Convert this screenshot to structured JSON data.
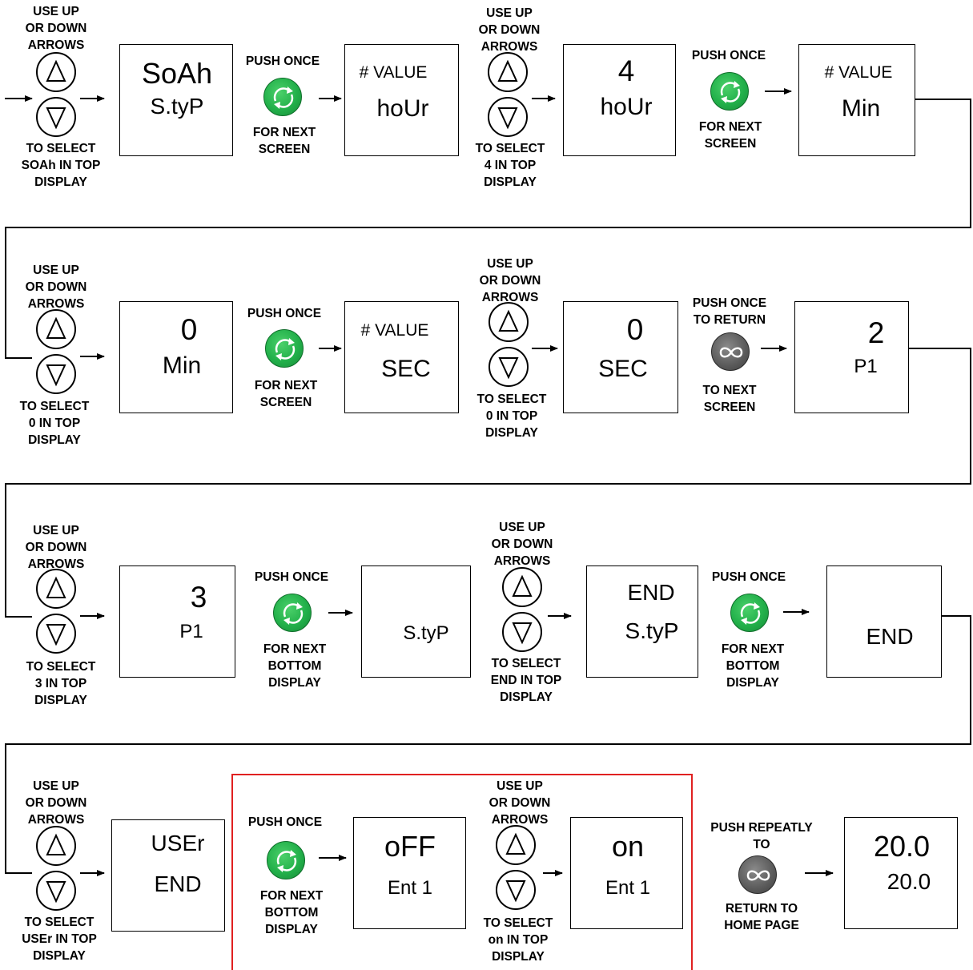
{
  "colors": {
    "accent_green": "#22b04a",
    "neutral_button": "#5a5a5a",
    "highlight_frame": "#e02020"
  },
  "icons": {
    "up_arrow": "up-triangle-icon",
    "down_arrow": "down-triangle-icon",
    "next_button": "green-refresh-button-icon",
    "return_button": "gray-infinity-button-icon"
  },
  "row1": {
    "select1": {
      "top": "USE UP\nOR DOWN\nARROWS",
      "bottom": "TO SELECT\nSOAh IN TOP\nDISPLAY"
    },
    "disp1": {
      "top": "SoAh",
      "bottom": "S.tyP"
    },
    "push1": {
      "top": "PUSH ONCE",
      "bottom": "FOR NEXT\nSCREEN"
    },
    "disp2": {
      "top": "# VALUE",
      "bottom": "hoUr"
    },
    "select2": {
      "top": "USE UP\nOR DOWN\nARROWS",
      "bottom": "TO SELECT\n4 IN TOP\nDISPLAY"
    },
    "disp3": {
      "top": "4",
      "bottom": "hoUr"
    },
    "push2": {
      "top": "PUSH ONCE",
      "bottom": "FOR NEXT\nSCREEN"
    },
    "disp4": {
      "top": "# VALUE",
      "bottom": "Min"
    }
  },
  "row2": {
    "select1": {
      "top": "USE UP\nOR DOWN\nARROWS",
      "bottom": "TO SELECT\n0 IN TOP\nDISPLAY"
    },
    "disp1": {
      "top": "0",
      "bottom": "Min"
    },
    "push1": {
      "top": "PUSH ONCE",
      "bottom": "FOR NEXT\nSCREEN"
    },
    "disp2": {
      "top": "# VALUE",
      "bottom": "SEC"
    },
    "select2": {
      "top": "USE UP\nOR DOWN\nARROWS",
      "bottom": "TO SELECT\n0 IN TOP\nDISPLAY"
    },
    "disp3": {
      "top": "0",
      "bottom": "SEC"
    },
    "push2": {
      "top": "PUSH ONCE\nTO RETURN",
      "bottom": "TO NEXT\nSCREEN"
    },
    "disp4": {
      "top": "2",
      "bottom": "P1"
    }
  },
  "row3": {
    "select1": {
      "top": "USE UP\nOR DOWN\nARROWS",
      "bottom": "TO SELECT\n3 IN TOP\nDISPLAY"
    },
    "disp1": {
      "top": "3",
      "bottom": "P1"
    },
    "push1": {
      "top": "PUSH ONCE",
      "bottom": "FOR NEXT\nBOTTOM\nDISPLAY"
    },
    "disp2": {
      "top": "",
      "bottom": "S.tyP"
    },
    "select2": {
      "top": "USE UP\nOR DOWN\nARROWS",
      "bottom": "TO SELECT\nEND IN TOP\nDISPLAY"
    },
    "disp3": {
      "top": "END",
      "bottom": "S.tyP"
    },
    "push2": {
      "top": "PUSH ONCE",
      "bottom": "FOR NEXT\nBOTTOM\nDISPLAY"
    },
    "disp4": {
      "top": "",
      "bottom": "END"
    }
  },
  "row4": {
    "select1": {
      "top": "USE UP\nOR DOWN\nARROWS",
      "bottom": "TO SELECT\nUSEr IN TOP\nDISPLAY"
    },
    "disp1": {
      "top": "USEr",
      "bottom": "END"
    },
    "push1": {
      "top": "PUSH ONCE",
      "bottom": "FOR NEXT\nBOTTOM\nDISPLAY"
    },
    "disp2": {
      "top": "oFF",
      "bottom": "Ent 1"
    },
    "select2": {
      "top": "USE UP\nOR DOWN\nARROWS",
      "bottom": "TO SELECT\non IN TOP\nDISPLAY"
    },
    "disp3": {
      "top": "on",
      "bottom": "Ent 1"
    },
    "push2": {
      "top": "PUSH REPEATLY\nTO",
      "bottom": "RETURN TO\nHOME PAGE"
    },
    "disp4": {
      "top": "20.0",
      "bottom": "20.0"
    }
  }
}
